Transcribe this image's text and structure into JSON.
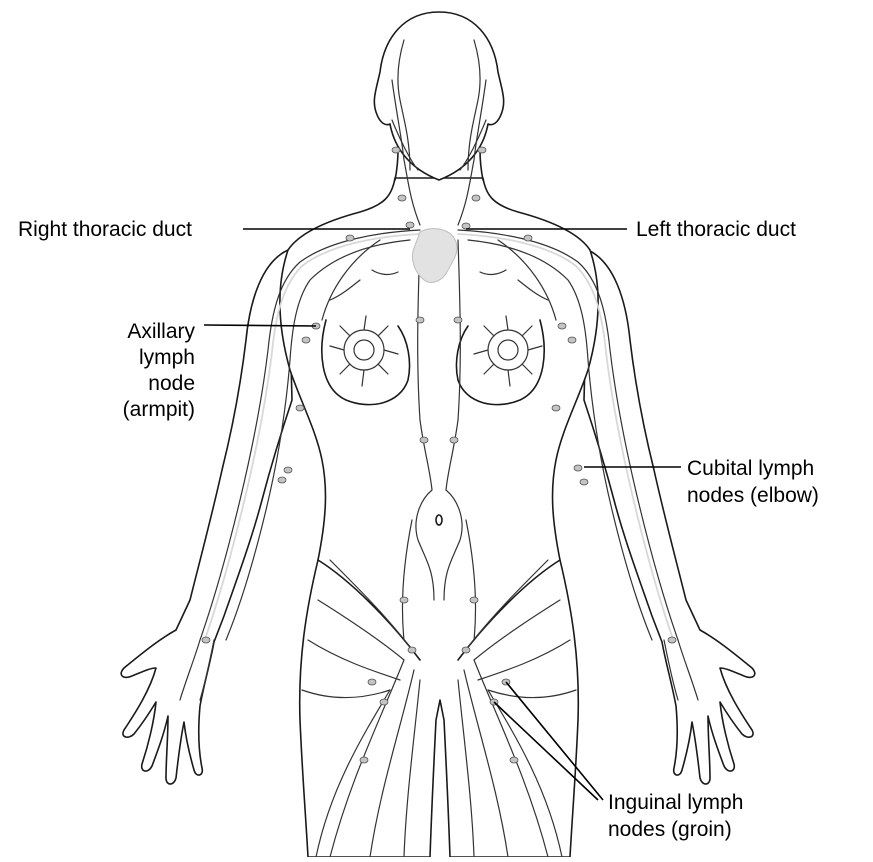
{
  "labels": {
    "right_thoracic_duct": "Right thoracic duct",
    "left_thoracic_duct": "Left thoracic duct",
    "axillary": [
      "Axillary",
      "lymph",
      "node",
      "(armpit)"
    ],
    "cubital": [
      "Cubital lymph",
      "nodes (elbow)"
    ],
    "inguinal": [
      "Inguinal lymph",
      "nodes (groin)"
    ]
  },
  "colors": {
    "outline": "#1a1a1a",
    "lymph_node": "#c4c4c4",
    "thoracic_duct": "#e2e2e2",
    "text": "#000000"
  }
}
